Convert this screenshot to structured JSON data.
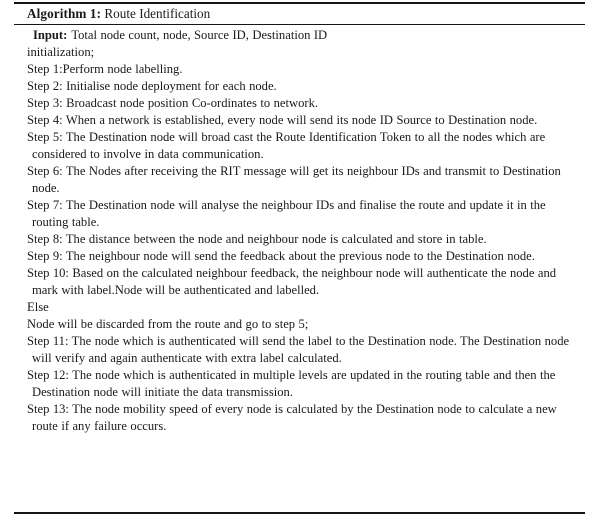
{
  "document": {
    "type": "algorithm-float",
    "title_label": "Algorithm 1:",
    "title_name": "Route Identification",
    "input_label": "Input:",
    "input_value": "Total node count, node, Source ID, Destination ID",
    "lines": [
      "initialization;",
      "Step 1:Perform node labelling.",
      "Step 2:  Initialise node deployment for each node.",
      "Step 3:  Broadcast node position Co-ordinates to network.",
      "Step 4:  When a network is established, every node will send its node ID Source to Destination node.",
      "Step 5:  The Destination node will broad cast the Route Identification Token to all the nodes which are considered to involve in data communication.",
      "Step 6:  The Nodes after receiving the RIT message will get its neighbour IDs and transmit to Destination node.",
      "Step 7:  The Destination node will analyse the neighbour IDs and finalise the route and update it in the routing table.",
      "Step 8:  The distance between the node and neighbour node is calculated and store in table.",
      "Step 9:  The neighbour node will send the feedback about the previous node to the Destination node.",
      "Step 10:  Based on the calculated neighbour feedback, the neighbour node will authenticate the node and mark with label.Node will be authenticated and labelled.",
      "Else",
      "Node will be discarded from the route and go to step 5;",
      "Step 11:  The node which is authenticated will send the label to the Destination node. The Destination node will verify and again authenticate with extra label calculated.",
      "Step 12:  The node which is authenticated in multiple levels are updated in the routing table and then the Destination node will initiate the data transmission.",
      "Step 13:  The node mobility speed of every node is calculated by the Destination node to calculate a new route if any failure occurs."
    ]
  },
  "style": {
    "rule_color": "#151515",
    "text_color": "#1a1a1a",
    "background": "#ffffff"
  }
}
